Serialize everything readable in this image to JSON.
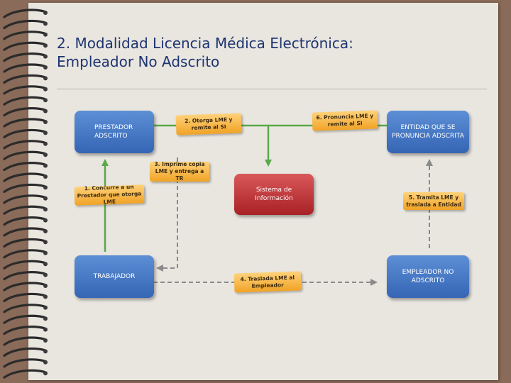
{
  "title": {
    "line1": "2. Modalidad Licencia Médica Electrónica:",
    "line2": "Empleador No Adscrito"
  },
  "boxes": {
    "prestador": "PRESTADOR ADSCRITO",
    "trabajador": "TRABAJADOR",
    "sistema": "Sistema de Información",
    "entidad": "ENTIDAD QUE SE PRONUNCIA ADSCRITA",
    "empleador": "EMPLEADOR NO ADSCRITO"
  },
  "steps": {
    "step1": "1. Concurre a un Prestador que otorga LME",
    "step2": "2. Otorga LME y remite al SI",
    "step3": "3. Imprime copia LME y entrega a TR",
    "step4": "4. Traslada LME al Empleador",
    "step5": "5. Tramita LME y traslada a Entidad",
    "step6": "6. Pronuncia LME y remite al SI"
  },
  "colors": {
    "title": "#1e3470",
    "box_blue": "#4a7cc8",
    "box_red": "#c0363a",
    "note_orange": "#f5b94a",
    "arrow_green": "#5aa84a",
    "arrow_gray": "#8a8a8a"
  }
}
